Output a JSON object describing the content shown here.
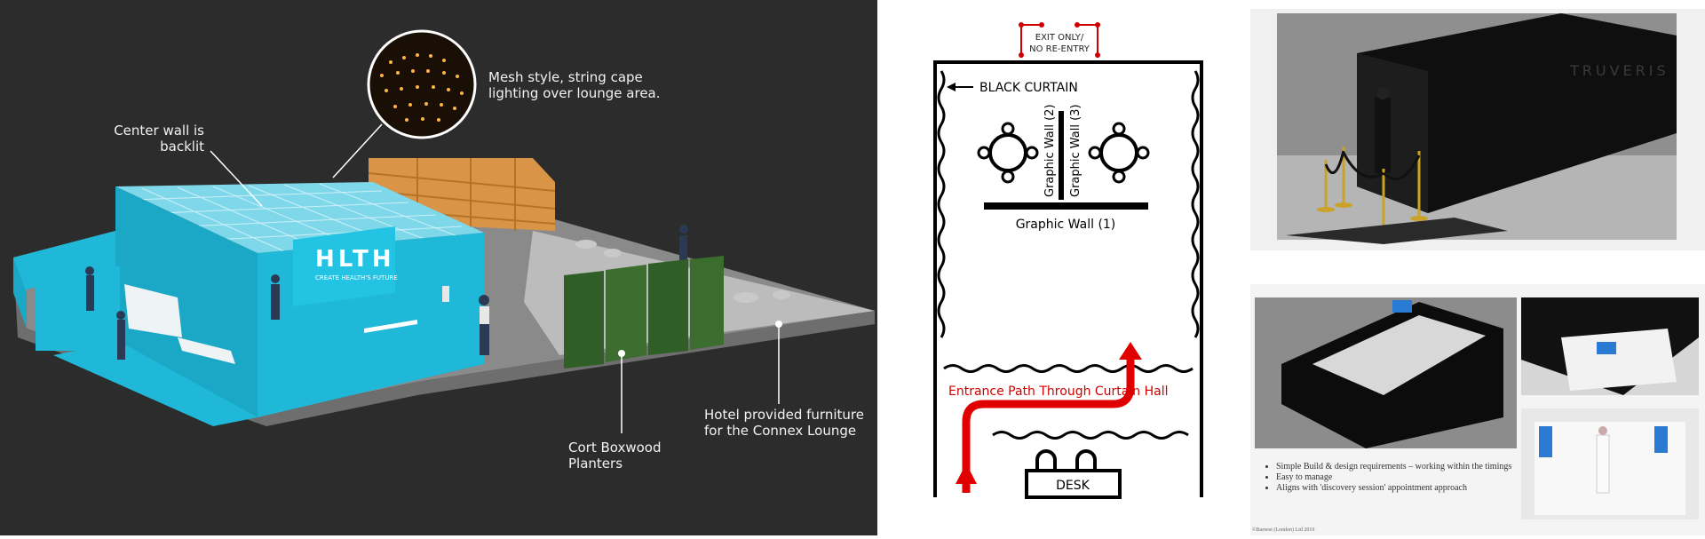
{
  "render": {
    "annotations": {
      "center_wall": "Center wall is\nbacklit",
      "mesh_lighting": "Mesh style, string cape\nlighting over lounge area.",
      "boxwood": "Cort Boxwood\nPlanters",
      "hotel_furniture": "Hotel provided furniture\nfor the Connex Lounge"
    },
    "booth_sign": {
      "logo": "HLTH",
      "tagline": "CREATE HEALTH'S FUTURE"
    }
  },
  "floorplan": {
    "exit": "EXIT ONLY/\nNO RE-ENTRY",
    "curtain": "BLACK CURTAIN",
    "wall2": "Graphic Wall (2)",
    "wall3": "Graphic Wall (3)",
    "wall1": "Graphic Wall (1)",
    "entrance": "Entrance Path Through Curtain Hall",
    "desk": "DESK"
  },
  "renders_right": {
    "brand": "TRUVERIS",
    "bullets": [
      "Simple Build & design requirements – working within the timings",
      "Easy to manage",
      "Aligns with 'discovery session' appointment approach"
    ],
    "footer": "©Barnest (London) Ltd 2019"
  },
  "colors": {
    "booth_blue": "#1fb8d8",
    "dark_bg": "#2c2c2c",
    "entrance_red": "#e00000"
  }
}
